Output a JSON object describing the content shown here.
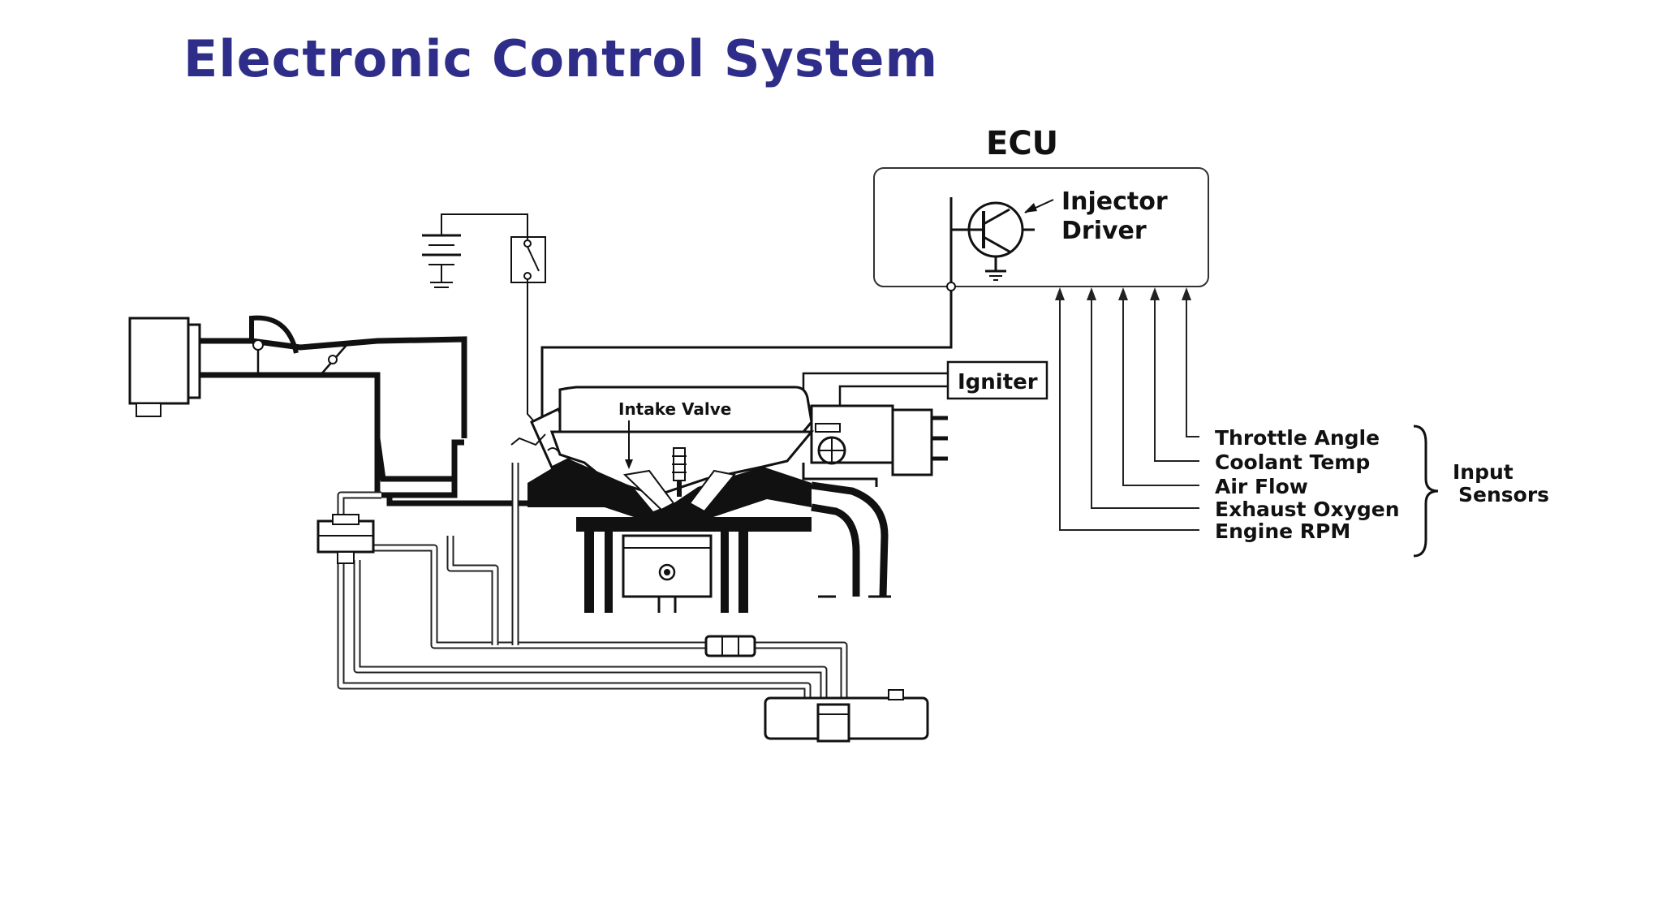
{
  "slide": {
    "title": "Electronic Control System"
  },
  "ecu": {
    "heading": "ECU",
    "driver_line1": "Injector",
    "driver_line2": "Driver"
  },
  "components": {
    "igniter": "Igniter",
    "intake_valve": "Intake Valve"
  },
  "input_sensors": {
    "group_line1": "Input",
    "group_line2": "Sensors",
    "items": [
      "Throttle Angle",
      "Coolant Temp",
      "Air Flow",
      "Exhaust Oxygen",
      "Engine RPM"
    ]
  }
}
